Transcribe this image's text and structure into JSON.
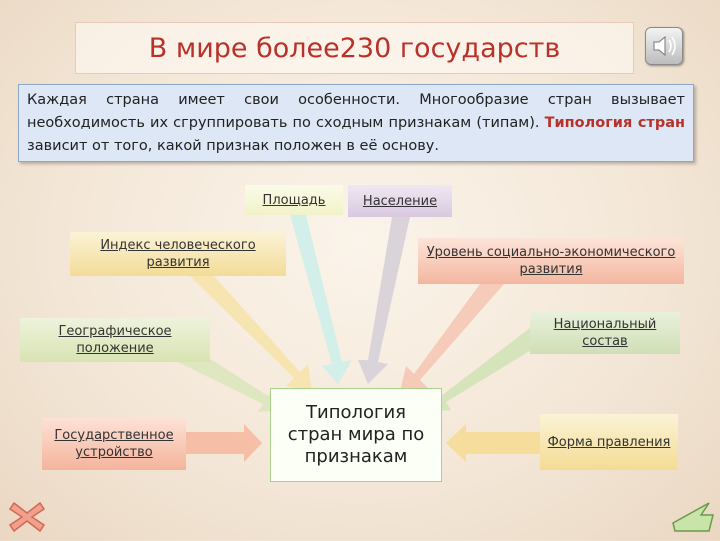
{
  "title": "В мире более230 государств",
  "intro": {
    "text": "Каждая страна имеет свои особенности.      Многообразие стран вызывает необходимость их сгруппировать по сходным признакам (типам). ",
    "highlight": "Типология стран",
    "text_end": " зависит от того, какой признак положен в её основу."
  },
  "center": "Типология стран мира по признакам",
  "criteria": {
    "area": "Площадь",
    "population": "Население",
    "hdi": "Индекс человеческого развития",
    "socio": "Уровень социально-экономического развития",
    "geo": "Географическое положение",
    "national": "Национальный состав",
    "government": "Государственное устройство",
    "form": "Форма правления"
  },
  "icons": {
    "speaker": "speaker-icon",
    "close": "close-x-icon",
    "back": "back-arrow-icon"
  },
  "colors": {
    "title": "#b8322a",
    "intro_bg": "#dde7f5",
    "center_border": "#a9d38c"
  }
}
